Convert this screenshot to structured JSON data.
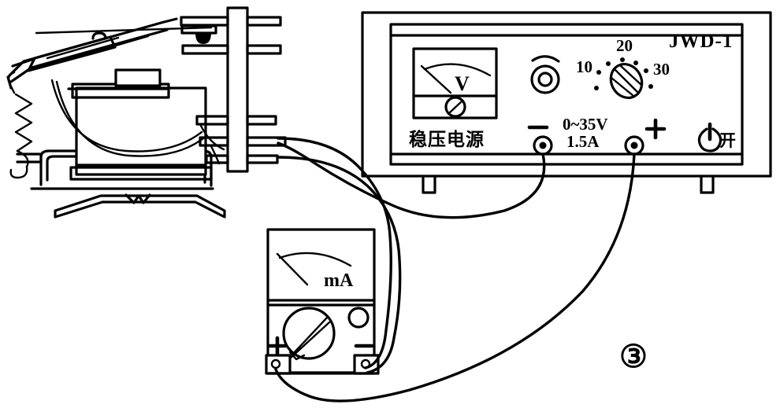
{
  "figure": {
    "label": "③",
    "description": "电学实验装置连接图"
  },
  "power_supply": {
    "model": "JWD-1",
    "device_label": "稳压电源",
    "rating_line1": "0~35V",
    "rating_line2": "1.5A",
    "meter_unit": "V",
    "negative_terminal": "−",
    "positive_terminal": "+",
    "switch_label": "开",
    "dial_ticks": [
      "10",
      "20",
      "30"
    ],
    "dial_dot_count": 7
  },
  "milliammeter": {
    "meter_unit": "mA",
    "positive_terminal": "+",
    "negative_terminal": "−"
  },
  "colors": {
    "ink": "#000000",
    "background": "#ffffff"
  }
}
